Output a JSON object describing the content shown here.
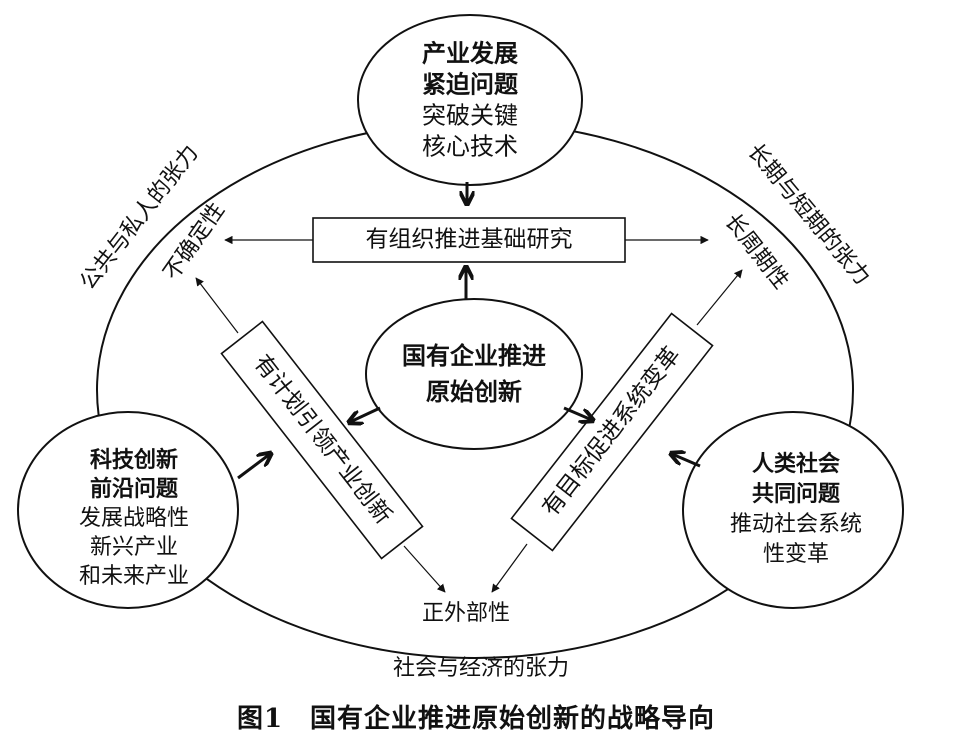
{
  "title": "国有企业推进原始创新",
  "top_node": {
    "line1": "产业发展",
    "line2": "紧迫问题",
    "line3": "突破关键",
    "line4": "核心技术"
  },
  "left_node": {
    "line1": "科技创新",
    "line2": "前沿问题",
    "line3": "发展战略性",
    "line4": "新兴产业",
    "line5": "和未来产业"
  },
  "right_node": {
    "line1": "人类社会",
    "line2": "共同问题",
    "line3": "推动社会系统",
    "line4": "性变革"
  },
  "boxes": {
    "top": "有组织推进基础研究",
    "left": "有计划引领产业创新",
    "right": "有目标促进系统变革"
  },
  "properties": {
    "uncertainty": "不确定性",
    "long_cycle": "长周期性",
    "externality": "正外部性"
  },
  "tensions": {
    "public_private": "公共与私人的张力",
    "long_short": "长期与短期的张力",
    "social_economic": "社会与经济的张力"
  },
  "caption": "图1　国有企业推进原始创新的战略导向"
}
